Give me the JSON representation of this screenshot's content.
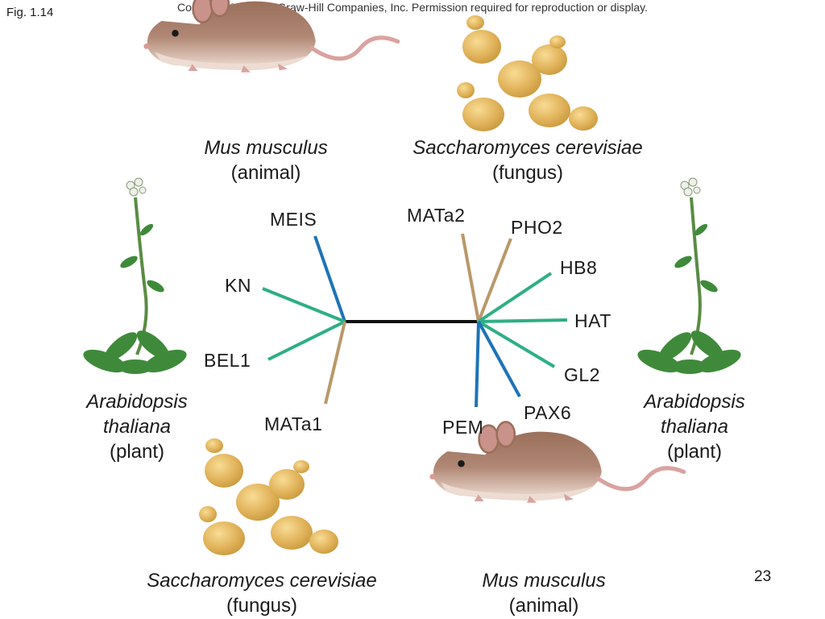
{
  "figure_label": "Fig. 1.14",
  "copyright": "Copyright © The McGraw-Hill Companies, Inc. Permission required for reproduction or display.",
  "slide_number": "23",
  "organisms": {
    "top_left": {
      "scientific_name": "Mus musculus",
      "kind": "(animal)"
    },
    "top_right": {
      "scientific_name": "Saccharomyces cerevisiae",
      "kind": "(fungus)"
    },
    "left": {
      "scientific_name_line1": "Arabidopsis",
      "scientific_name_line2": "thaliana",
      "kind": "(plant)"
    },
    "right": {
      "scientific_name_line1": "Arabidopsis",
      "scientific_name_line2": "thaliana",
      "kind": "(plant)"
    },
    "bottom_left": {
      "scientific_name": "Saccharomyces cerevisiae",
      "kind": "(fungus)"
    },
    "bottom_right": {
      "scientific_name": "Mus musculus",
      "kind": "(animal)"
    }
  },
  "genes": {
    "meis": "MEIS",
    "kn": "KN",
    "bel1": "BEL1",
    "mata1": "MATa1",
    "mata2": "MATa2",
    "pho2": "PHO2",
    "hb8": "HB8",
    "hat": "HAT",
    "gl2": "GL2",
    "pax6": "PAX6",
    "pem": "PEM"
  },
  "colors": {
    "animal_branch": "#1f73b7",
    "plant_branch": "#2fae86",
    "fungus_branch": "#b9996a",
    "trunk": "#111111",
    "mouse_body": "#a97f6a",
    "mouse_belly": "#eddcd2",
    "mouse_tail": "#d9a3a0",
    "yeast": "#e2b45c",
    "leaf": "#3f8a3a"
  }
}
